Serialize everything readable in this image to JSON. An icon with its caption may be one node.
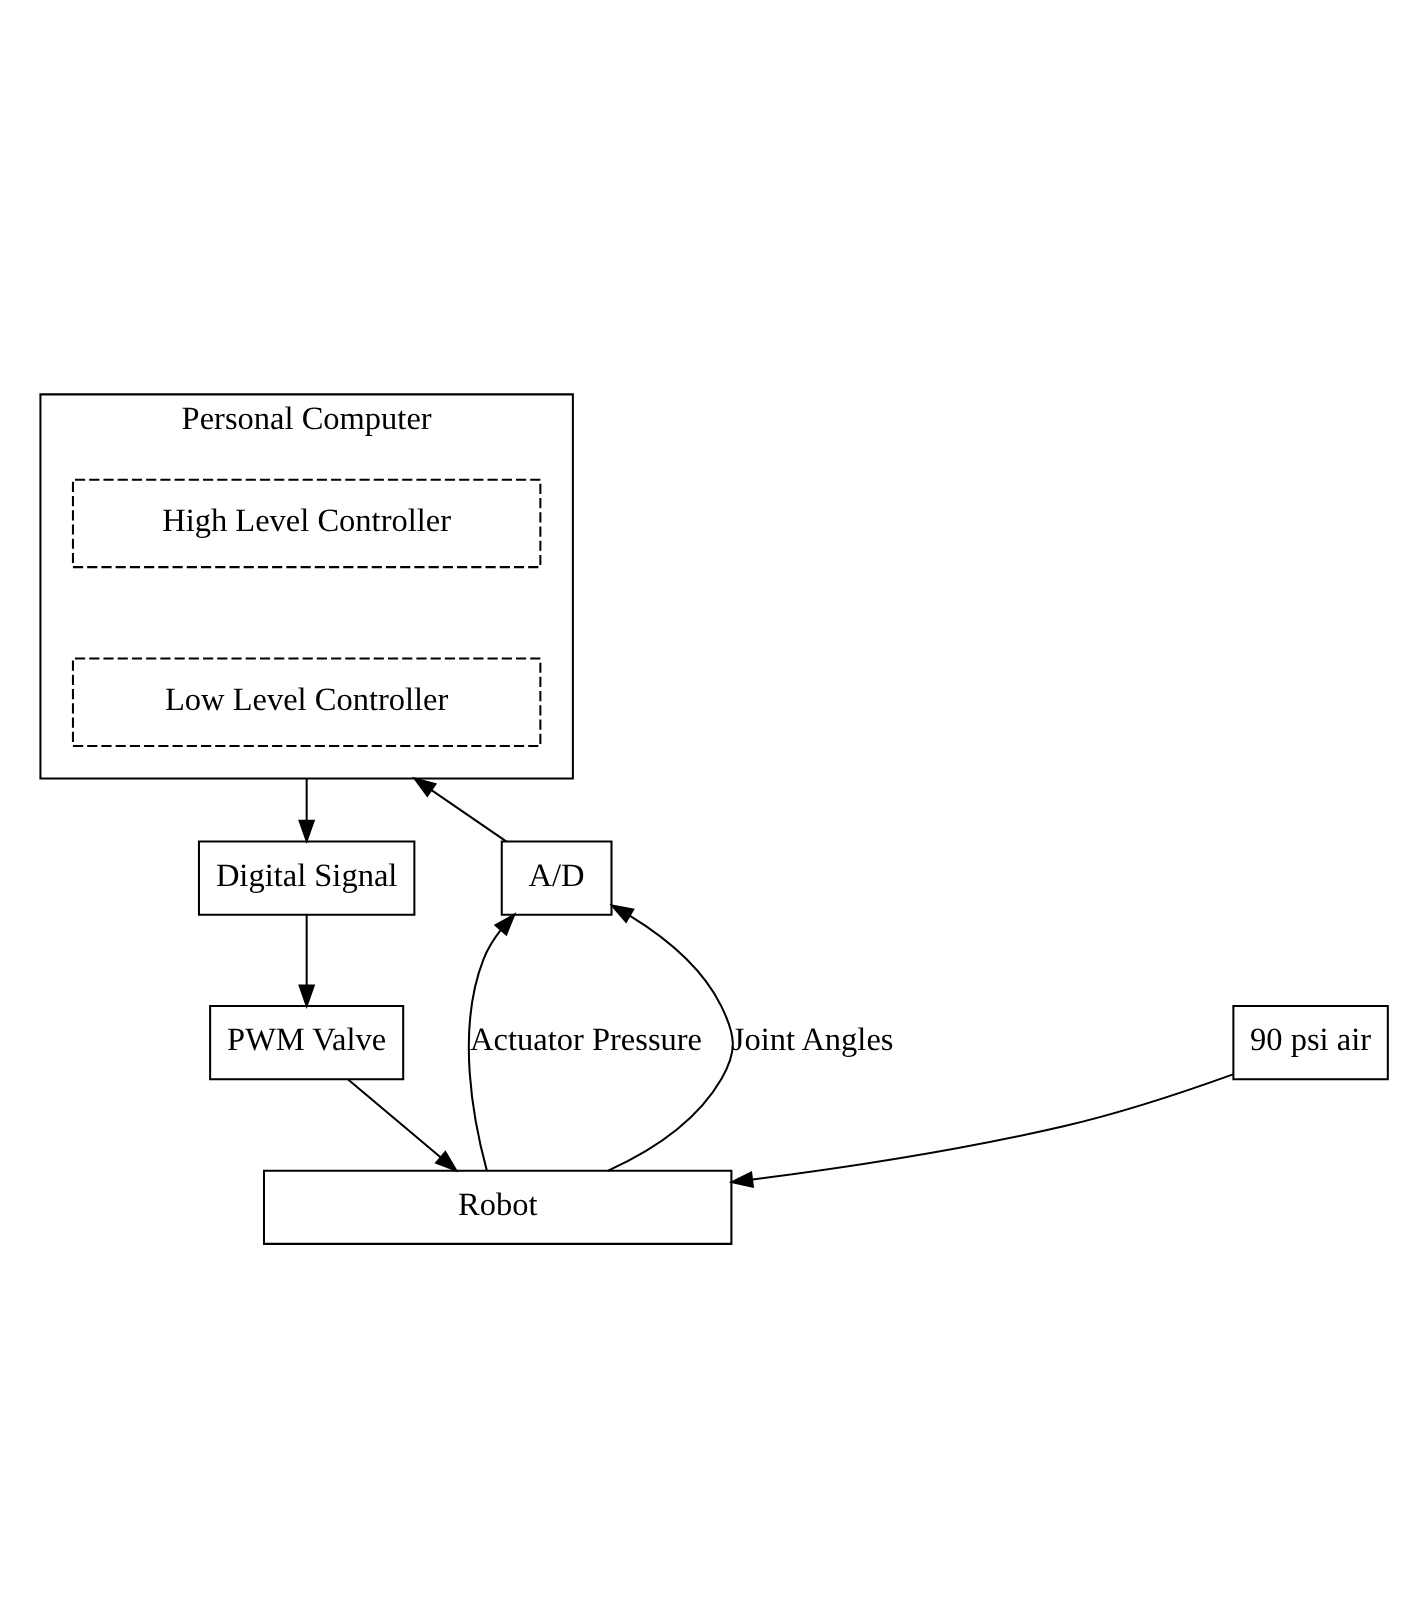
{
  "diagram": {
    "nodes": [
      {
        "text": [
          "Personal Computer"
        ]
      },
      {
        "text": [
          "High Level Controller"
        ],
        "in": 0
      },
      {
        "text": [
          "Low Level Controller"
        ],
        "in": 0
      },
      {
        "text": [
          "Digital Signal"
        ]
      },
      {
        "text": [
          "PWM Valve"
        ]
      },
      {
        "text": [
          "90 psi air"
        ]
      },
      {
        "text": [
          "Robot"
        ]
      },
      {
        "text": [
          "A/D"
        ]
      }
    ],
    "edges": [
      {
        "from": 0,
        "to": 3,
        "arrow": "to"
      },
      {
        "from": 3,
        "to": 4,
        "arrow": "to"
      },
      {
        "from": 4,
        "to": 6,
        "arrow": "to"
      },
      {
        "from": 5,
        "to": 6,
        "arrow": "to"
      },
      {
        "from": 6,
        "to": 7,
        "arrow": "to",
        "label": "Actuator Pressure"
      },
      {
        "from": 6,
        "to": 7,
        "arrow": "to",
        "label": "Joint Angles"
      },
      {
        "from": 7,
        "to": 0,
        "arrow": "to"
      }
    ]
  }
}
